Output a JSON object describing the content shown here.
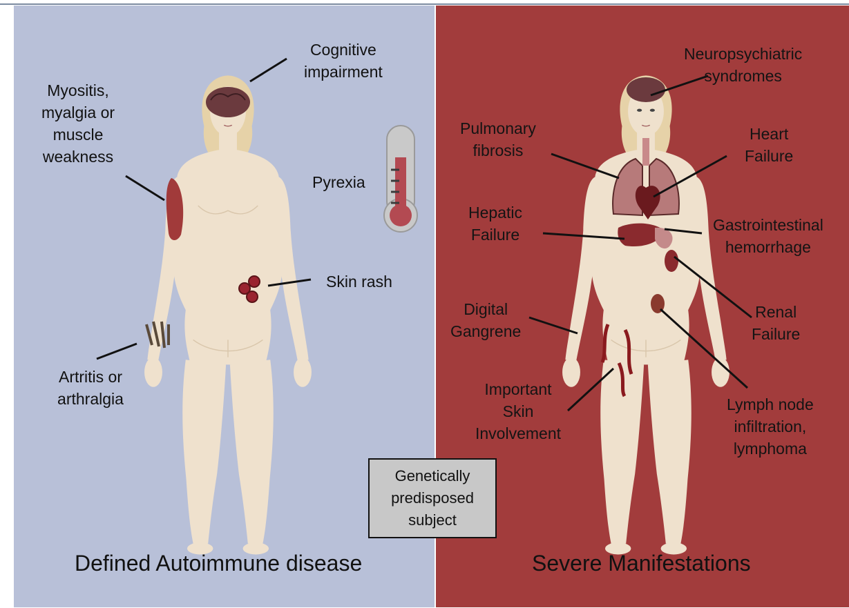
{
  "colors": {
    "left_bg": "#b8c0d8",
    "right_bg": "#a23c3c",
    "skin": "#efe1cd",
    "skin_shade": "#d9c6ab",
    "hair": "#e6d2a8",
    "brain": "#6b3a3e",
    "organ": "#8a2a2e",
    "lung": "#b77a7a",
    "rash": "#9a2430",
    "thermo": "#b34a52",
    "box": "#c8c8c8"
  },
  "left": {
    "labels": {
      "cognitive": [
        "Cognitive",
        "impairment"
      ],
      "myositis": [
        "Myositis,",
        "myalgia or",
        "muscle",
        "weakness"
      ],
      "pyrexia": "Pyrexia",
      "skin_rash": "Skin rash",
      "arthritis": [
        "Artritis or",
        "arthralgia"
      ]
    },
    "caption": "Defined Autoimmune disease"
  },
  "right": {
    "labels": {
      "neuro": [
        "Neuropsychiatric",
        "syndromes"
      ],
      "pulmonary": [
        "Pulmonary",
        "fibrosis"
      ],
      "heart": [
        "Heart",
        "Failure"
      ],
      "hepatic": [
        "Hepatic",
        "Failure"
      ],
      "gi": [
        "Gastrointestinal",
        "hemorrhage"
      ],
      "digital": [
        "Digital",
        "Gangrene"
      ],
      "renal": [
        "Renal",
        "Failure"
      ],
      "skin": [
        "Important",
        "Skin",
        "Involvement"
      ],
      "lymph": [
        "Lymph node",
        "infiltration,",
        "lymphoma"
      ]
    },
    "caption": "Severe Manifestations"
  },
  "center_box": [
    "Genetically",
    "predisposed",
    "subject"
  ]
}
